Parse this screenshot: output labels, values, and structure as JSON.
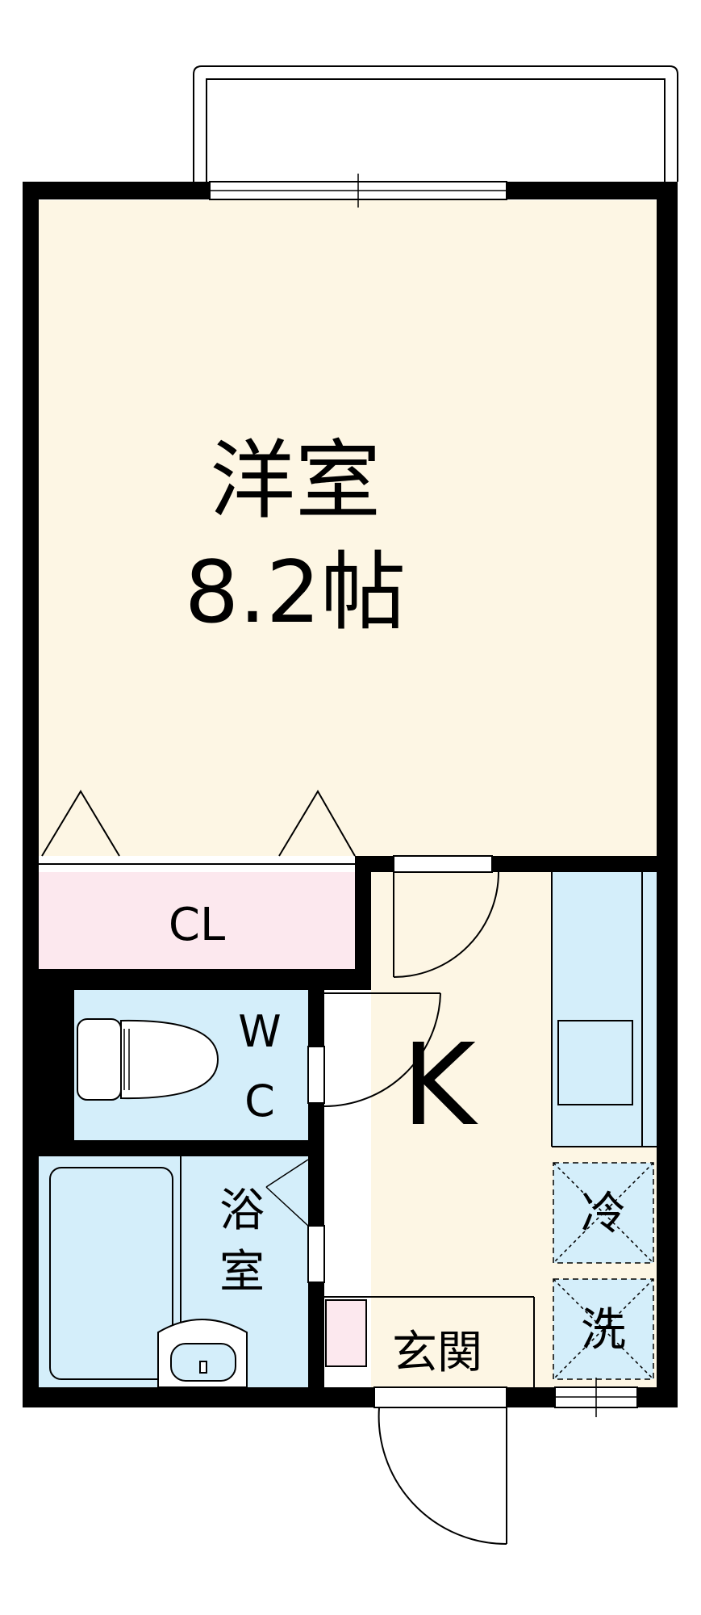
{
  "rooms": {
    "western_room": {
      "name": "洋室",
      "size": "8.2帖"
    },
    "closet": {
      "name": "CL"
    },
    "toilet": {
      "name_line1": "W",
      "name_line2": "C"
    },
    "bathroom": {
      "name_line1": "浴",
      "name_line2": "室"
    },
    "kitchen": {
      "name": "K"
    },
    "entrance": {
      "name": "玄関"
    },
    "fridge_space": {
      "name": "冷"
    },
    "washer_space": {
      "name": "洗"
    }
  },
  "colors": {
    "wall": "#000000",
    "western_room_fill": "#fdf6e4",
    "closet_fill": "#fce8ee",
    "water_fill": "#d4eefa",
    "kitchen_fill": "#fdf6e4",
    "entrance_fill": "#fdf6e4",
    "shoe_box_fill": "#fce8ee"
  }
}
